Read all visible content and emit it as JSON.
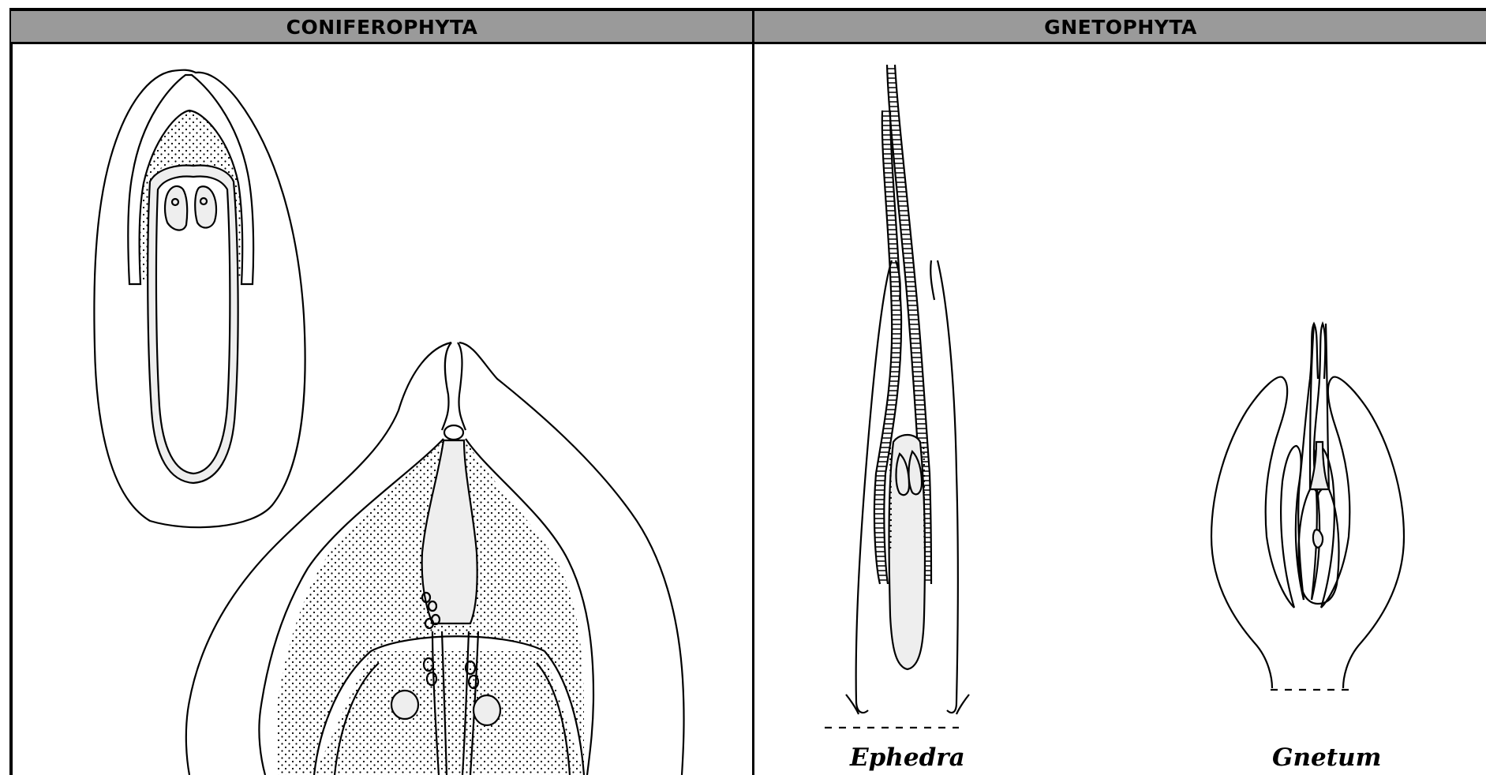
{
  "header": {
    "left_title": "CONIFEROPHYTA",
    "right_title": "GNETOPHYTA"
  },
  "captions": {
    "ephedra": "Ephedra",
    "gnetum": "Gnetum"
  },
  "colors": {
    "line": "#000000",
    "header_bg": "#9a9a9a",
    "fill_light": "#eeeeee"
  }
}
